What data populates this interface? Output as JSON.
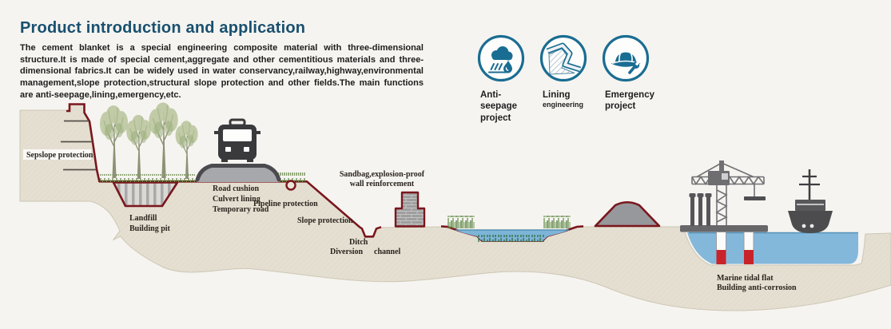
{
  "header": {
    "title": "Product introduction and application",
    "paragraph": "The cement blanket is a special engineering composite material with three-dimensional structure.It is made of special cement,aggregate and other cementitious materials and three-dimensional fabrics.It can be widely used in water conservancy,railway,highway,environmental management,slope protection,structural slope protection and other fields.The main functions are anti-seepage,lining,emergency,etc."
  },
  "applications": [
    {
      "icon": "rain-cloud-droplet-icon",
      "line1": "Anti-seepage",
      "line2": "project"
    },
    {
      "icon": "slope-lining-icon",
      "line1": "Lining",
      "line2": "engineering"
    },
    {
      "icon": "helmet-wrench-icon",
      "line1": "Emergency",
      "line2": "project"
    }
  ],
  "diagram": {
    "labels": {
      "step_slope": "Sepslope protection",
      "landfill_line1": "Landfill",
      "landfill_line2": "Building pit",
      "road_line1": "Road cushion",
      "road_line2": "Culvert lining",
      "road_line3": "Temporary road",
      "pipeline": "Pipeline protection",
      "slope": "Slope protection",
      "sandbag_line1": "Sandbag,explosion-proof",
      "sandbag_line2": "wall reinforcement",
      "ditch_line1": "Ditch",
      "ditch_line2a": "Diversion",
      "ditch_line2b": "channel",
      "marine_line1": "Marine tidal flat",
      "marine_line2": "Building anti-corrosion"
    },
    "colors": {
      "terrain_beige": "#e4dfd1",
      "lining_red": "#7a161d",
      "water_blue": "#82b7db",
      "accent_teal": "#1a6d92",
      "grass_green": "#5f7f3f",
      "structure_gray": "#6f6f72",
      "pier_red": "#c8232a",
      "title_blue": "#18506f"
    }
  }
}
